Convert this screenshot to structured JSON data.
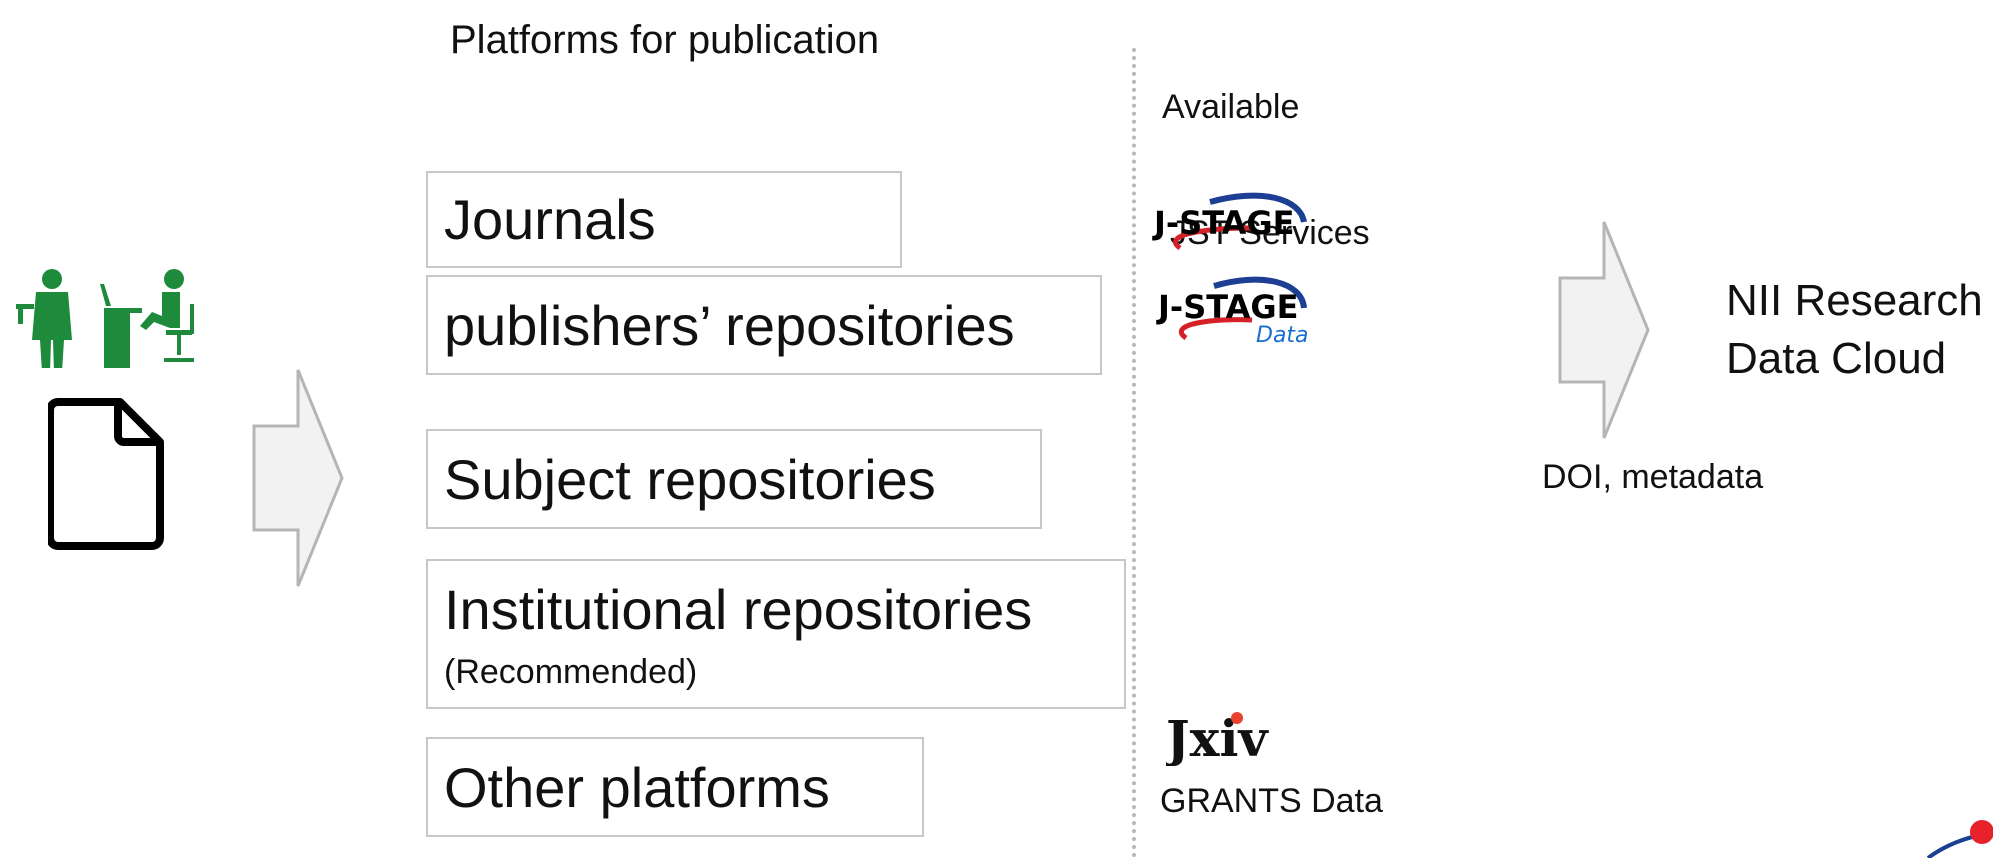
{
  "headings": {
    "platforms": "Platforms for publication",
    "jst_services_line1": "Available",
    "jst_services_line2": "JST Services"
  },
  "platform_boxes": [
    {
      "label": "Journals",
      "note": ""
    },
    {
      "label": "publishers’ repositories",
      "note": ""
    },
    {
      "label": "Subject repositories",
      "note": ""
    },
    {
      "label": "Institutional repositories",
      "note": "(Recommended)"
    },
    {
      "label": "Other platforms",
      "note": ""
    }
  ],
  "services": {
    "jstage_logo": "J-STAGE",
    "jstage_data_logo": "J-STAGE",
    "jstage_data_suffix": "Data",
    "jxiv_logo": "Jxiv",
    "grants_data": "GRANTS Data"
  },
  "destination": {
    "line1": "NII Research",
    "line2": "Data Cloud",
    "arrow_caption": "DOI, metadata"
  },
  "colors": {
    "researcher_green": "#1e8a3c",
    "arrow_fill": "#f2f2f2",
    "arrow_stroke": "#b5b5b5",
    "box_border": "#c7c7c7",
    "jstage_red": "#d42027",
    "jstage_blue": "#1c3f94",
    "jxiv_dot": "#e8412c"
  },
  "icons": [
    "researchers-icon",
    "document-icon",
    "arrow-right-icon"
  ]
}
